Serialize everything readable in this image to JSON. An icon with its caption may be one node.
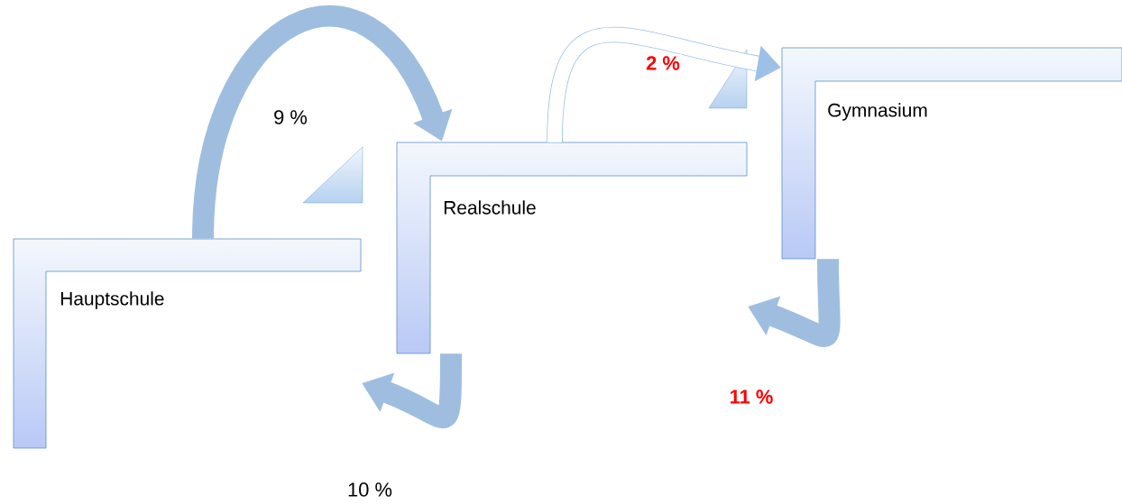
{
  "diagram": {
    "nodes": [
      {
        "text": [
          "Hauptschule"
        ]
      },
      {
        "text": [
          "Realschule"
        ]
      },
      {
        "text": [
          "Gymnasium"
        ]
      }
    ],
    "edges": [
      {
        "from": 0,
        "to": 1,
        "arrow": "to",
        "label": "9 %"
      },
      {
        "from": 1,
        "to": 0,
        "arrow": "to",
        "label": "10 %"
      },
      {
        "from": 1,
        "to": 2,
        "arrow": "to",
        "label": "2 %"
      },
      {
        "from": 2,
        "to": 1,
        "arrow": "to",
        "label": "11 %"
      }
    ]
  }
}
